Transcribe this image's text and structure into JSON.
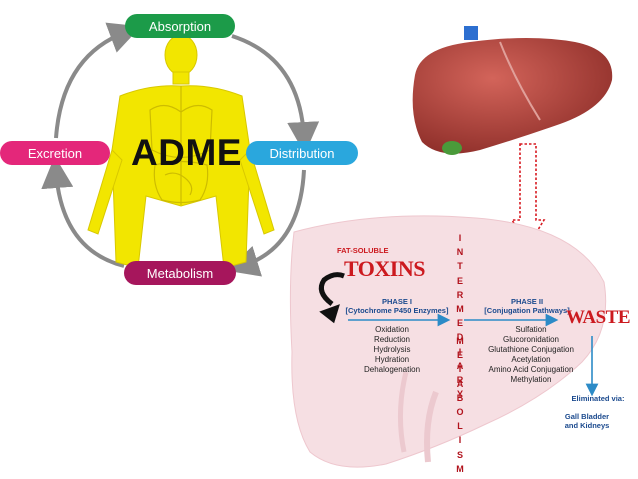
{
  "adme": {
    "title": "ADME",
    "stages": {
      "absorption": "Absorption",
      "distribution": "Distribution",
      "metabolism": "Metabolism",
      "excretion": "Excretion"
    },
    "colors": {
      "absorption": "#1c9b49",
      "distribution": "#2aa7dd",
      "metabolism": "#a6165c",
      "excretion": "#e4277a",
      "body": "#f2e600",
      "cycle_arrow": "#8a8a8a"
    }
  },
  "liver_icon": {
    "color": "#b5473e",
    "down_arrow_color": "#d71920"
  },
  "metabolism_diagram": {
    "toxins_qualifier": "FAT-SOLUBLE",
    "toxins": "TOXINS",
    "phase1": {
      "title": "PHASE I",
      "subtitle": "[Cytochrome P450 Enzymes]",
      "reactions": [
        "Oxidation",
        "Reduction",
        "Hydrolysis",
        "Hydration",
        "Dehalogenation"
      ]
    },
    "phase2": {
      "title": "PHASE II",
      "subtitle": "[Conjugation Pathways]",
      "reactions": [
        "Sulfation",
        "Glucoronidation",
        "Glutathione Conjugation",
        "Acetylation",
        "Amino Acid Conjugation",
        "Methylation"
      ]
    },
    "intermediary": [
      "I",
      "N",
      "T",
      "E",
      "R",
      "M",
      "E",
      "D",
      "I",
      "A",
      "R",
      "Y"
    ],
    "metabolism": [
      "M",
      "E",
      "T",
      "A",
      "B",
      "O",
      "L",
      "I",
      "S",
      "M"
    ],
    "waste": "WASTE",
    "eliminated_via": "Eliminated via:",
    "elimination_routes": [
      "Gall Bladder",
      "and Kidneys"
    ],
    "colors": {
      "toxin_red": "#cc1a1f",
      "phase_blue": "#1b4a8e",
      "arrow_blue": "#2c8bc7",
      "liver_bg": "#f6dfe3"
    }
  }
}
